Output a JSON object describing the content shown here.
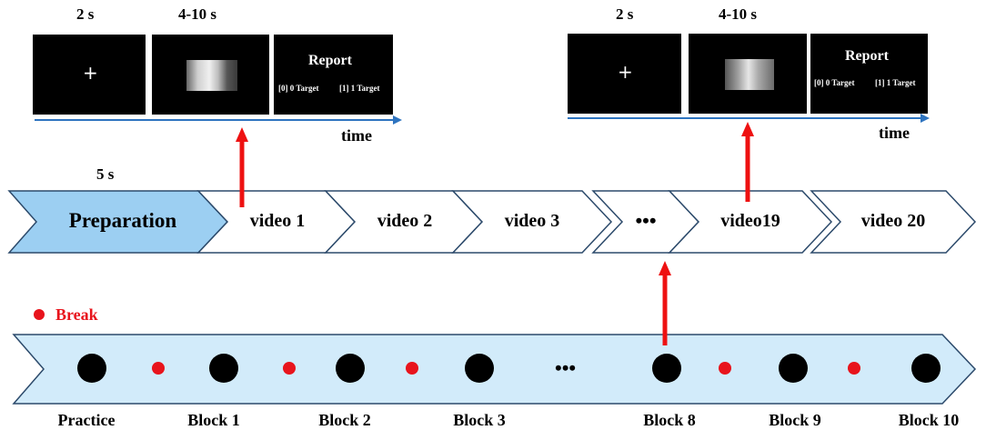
{
  "trial_left": {
    "fixation_duration": "2 s",
    "video_duration": "4-10 s",
    "fixation_symbol": "+",
    "report_title": "Report",
    "report_option_0": "[0]  0 Target",
    "report_option_1": "[1] 1 Target",
    "time_label": "time"
  },
  "trial_right": {
    "fixation_duration": "2 s",
    "video_duration": "4-10 s",
    "fixation_symbol": "+",
    "report_title": "Report",
    "report_option_0": "[0]  0 Target",
    "report_option_1": "[1] 1 Target",
    "time_label": "time"
  },
  "preparation": {
    "duration": "5 s",
    "label": "Preparation"
  },
  "videos": [
    "video 1",
    "video 2",
    "video 3",
    "•••",
    "video19",
    "video 20"
  ],
  "break_legend": "Break",
  "blocks": {
    "labels": [
      "Practice",
      "Block 1",
      "Block 2",
      "Block 3",
      "Block 8",
      "Block 9",
      "Block 10"
    ],
    "ellipsis": "•••"
  },
  "colors": {
    "preparation_fill": "#9ccff2",
    "block_bar_fill": "#d2ebfa",
    "chevron_stroke": "#2c4a6b",
    "arrow_red": "#ee1111",
    "timeline_blue": "#2e74c0",
    "break_dot": "#e8141c"
  }
}
